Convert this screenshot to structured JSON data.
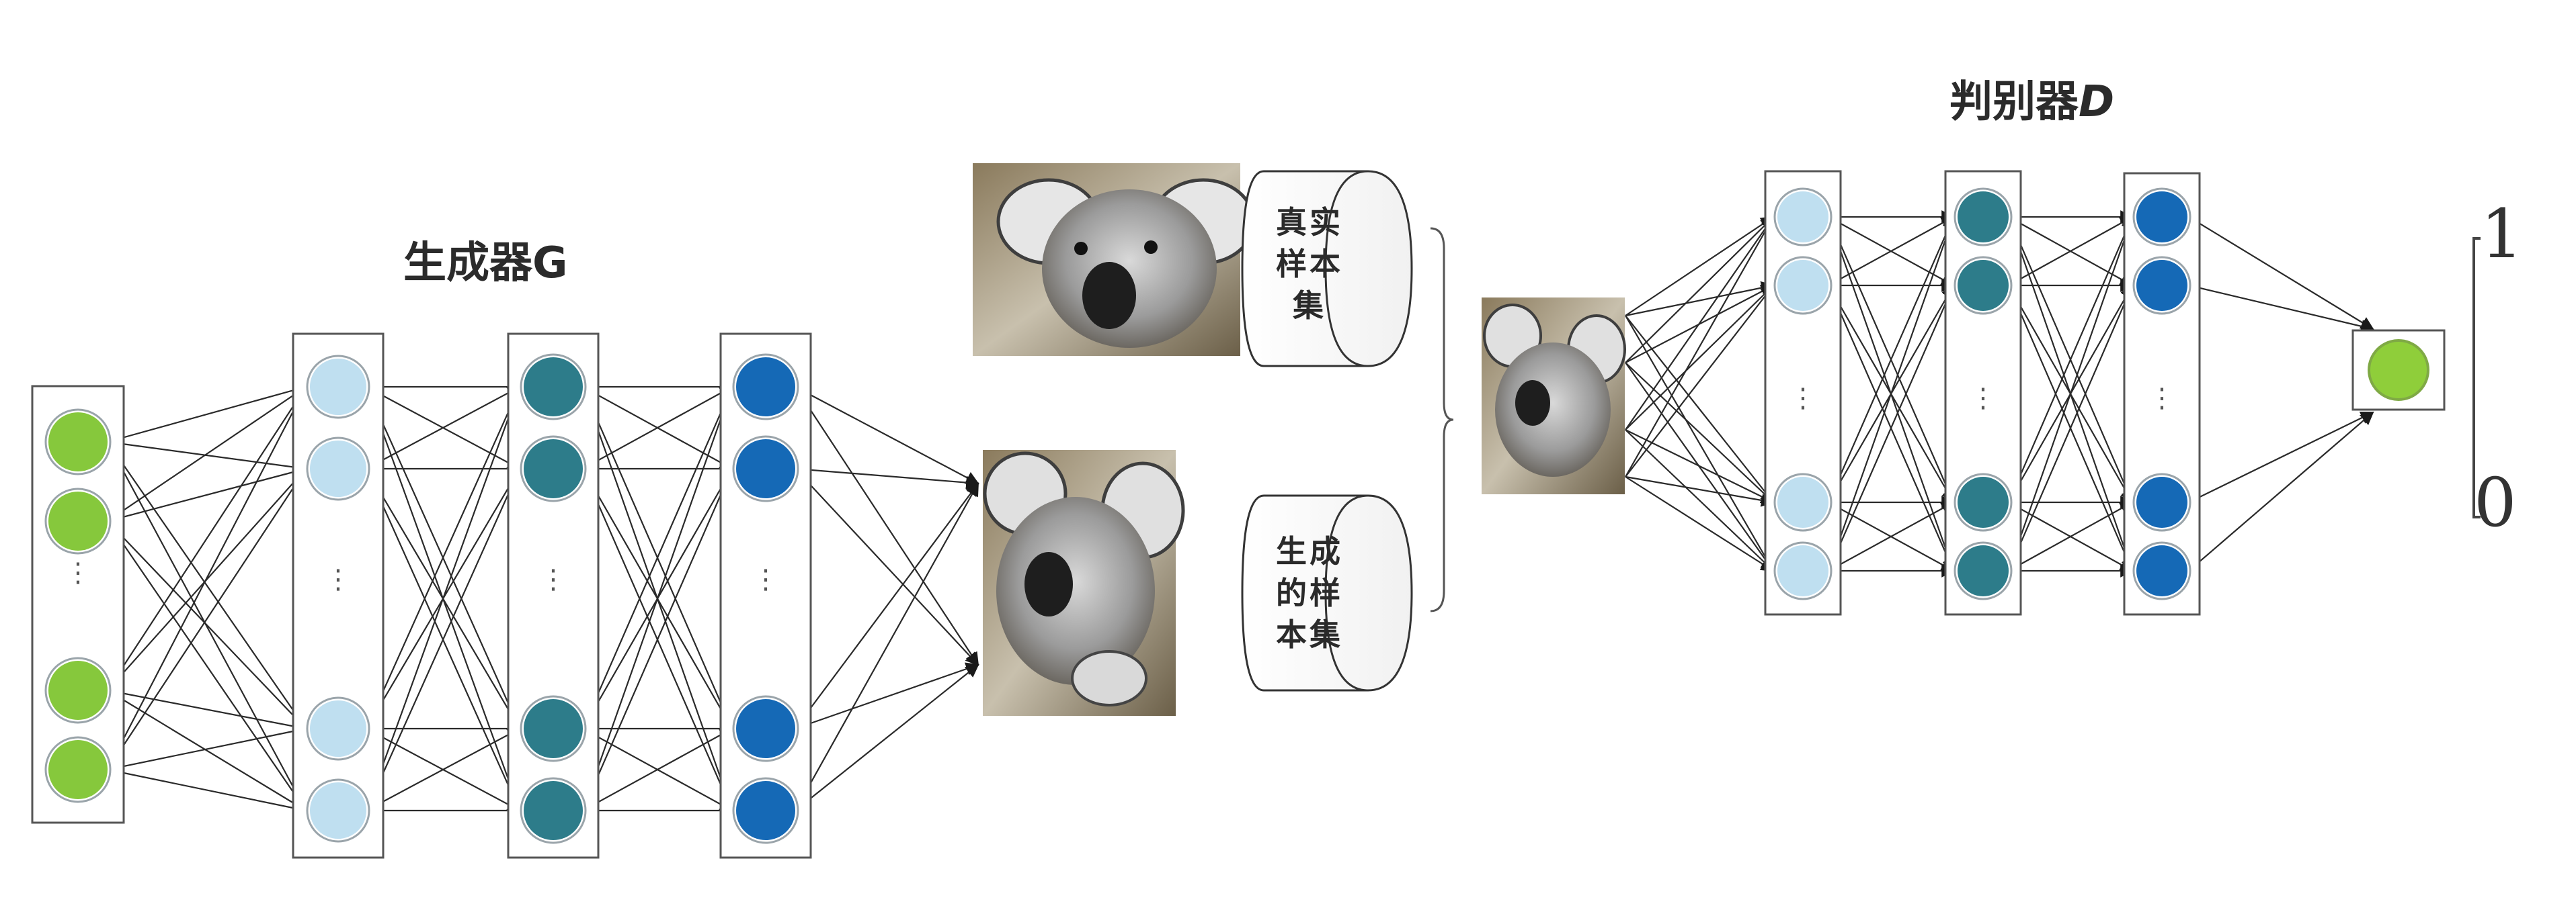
{
  "generator": {
    "title": "生成器G",
    "input_ellipsis": "⋮",
    "layer_ellipsis": "⋮"
  },
  "discriminator": {
    "title_cn": "判别器",
    "title_latin": "D",
    "layer_ellipsis": "⋮"
  },
  "databases": {
    "real": "真实样本集",
    "fake": "生成的样本集"
  },
  "outputs": {
    "real": "1",
    "fake": "0"
  },
  "colors": {
    "input_node": "#86c83c",
    "light_node": "#bfdff0",
    "teal_node": "#2d7c8a",
    "blue_node": "#1569b6",
    "output_node": "#8fce3a",
    "line": "#2a2a2a"
  },
  "icons": [
    "koala-photo-real",
    "koala-photo-generated",
    "koala-photo-sample",
    "database-cylinder"
  ]
}
